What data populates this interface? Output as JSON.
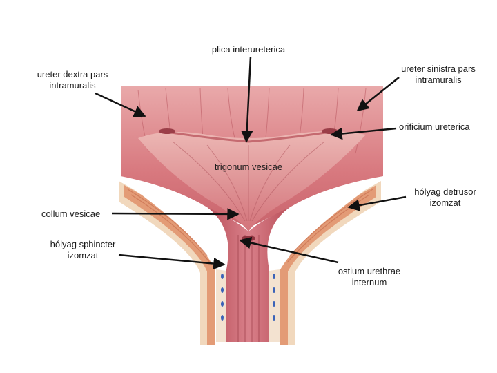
{
  "labels": {
    "plica_interureterica": "plica interureterica",
    "ureter_dextra": "ureter dextra pars\nintramuralis",
    "ureter_sinistra": "ureter sinistra pars\nintramuralis",
    "orificium_ureterica": "orificium ureterica",
    "trigonum_vesicae": "trigonum vesicae",
    "holyag_detrusor": "hólyag detrusor\nizomzat",
    "collum_vesicae": "collum vesicae",
    "holyag_sphincter": "hólyag sphincter\nizomzat",
    "ostium_urethrae": "ostium urethrae\ninternum"
  },
  "colors": {
    "mucosa": "#d9858a",
    "mucosa_dark": "#b8545c",
    "mucosa_light": "#eeb3b3",
    "muscle": "#e7a27c",
    "wall_outer": "#f1d8bd",
    "vessel": "#3b63b8",
    "arrow": "#111111"
  }
}
